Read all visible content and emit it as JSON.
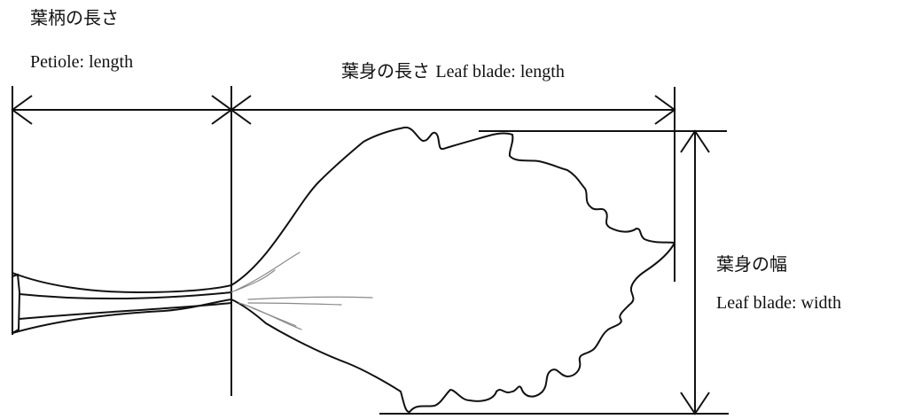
{
  "labels": {
    "petiole_ja": "葉柄の長さ",
    "petiole_en": "Petiole: length",
    "blade_length_ja": "葉身の長さ",
    "blade_length_en": "Leaf blade: length",
    "blade_width_ja": "葉身の幅",
    "blade_width_en": "Leaf blade: width"
  },
  "colors": {
    "stroke": "#111111",
    "faint_stroke": "#8a8a8a",
    "background": "#ffffff"
  }
}
